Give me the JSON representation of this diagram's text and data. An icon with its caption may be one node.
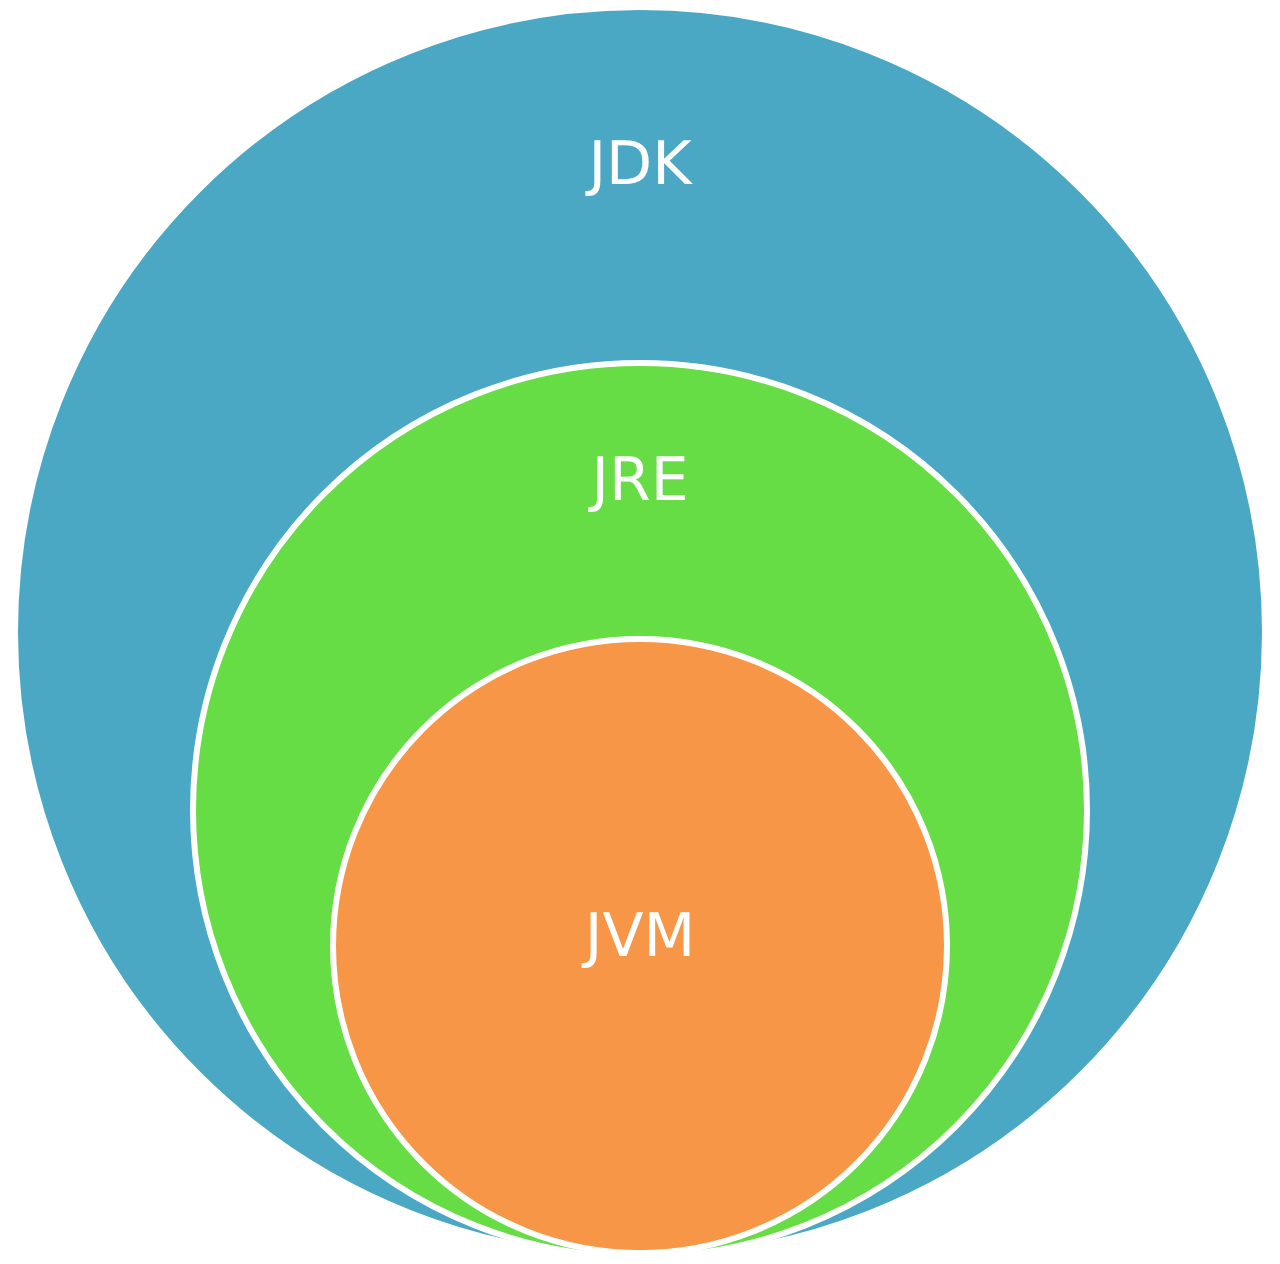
{
  "diagram": {
    "nodes": [
      {
        "text": [
          "JDK"
        ]
      },
      {
        "text": [
          "JRE"
        ],
        "in": 0
      },
      {
        "text": [
          "JVM"
        ],
        "in": 1
      }
    ],
    "edges": []
  }
}
